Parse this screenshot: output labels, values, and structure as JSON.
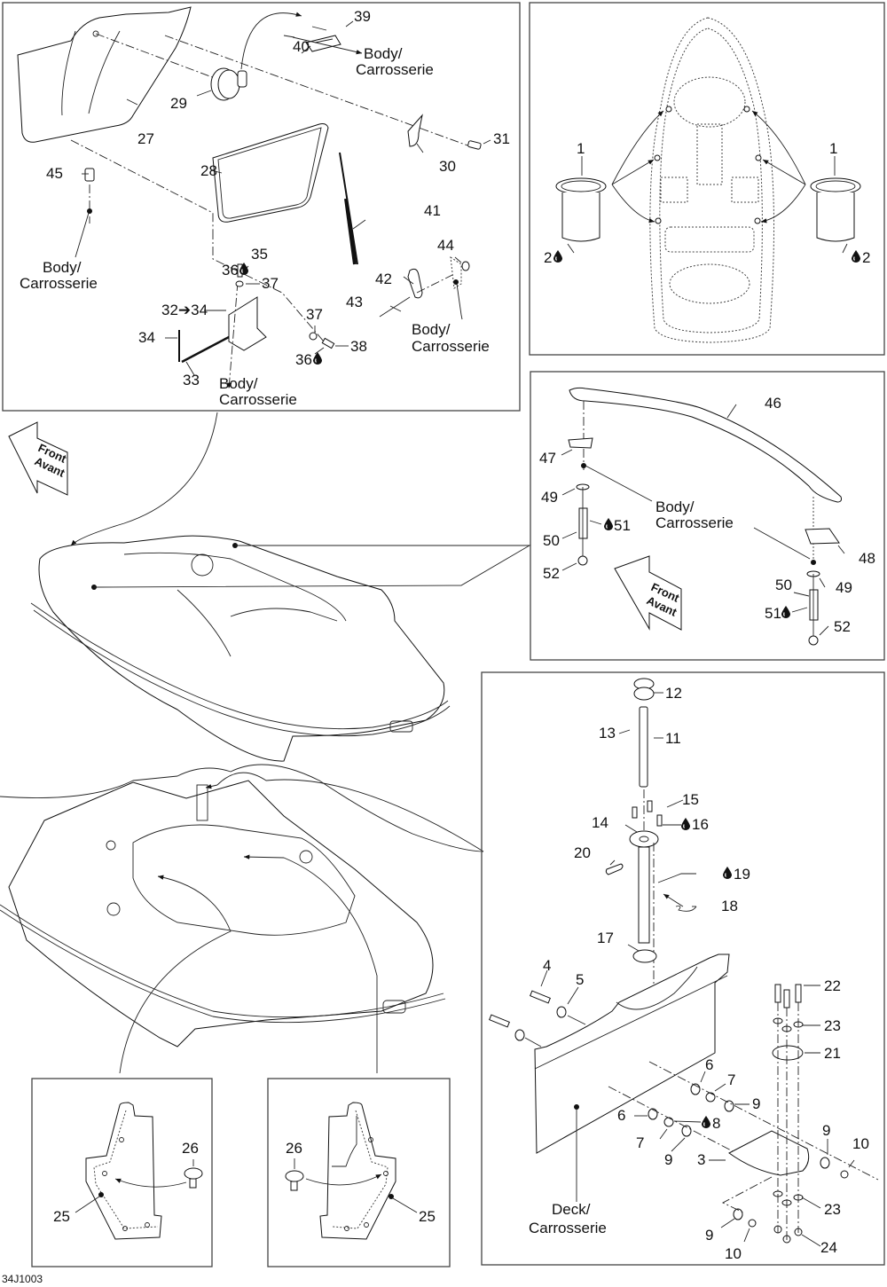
{
  "diagram": {
    "title": "Body parts exploded view",
    "drawing_code": "34J1003",
    "drop_icon": "sealant-drop-icon",
    "panels": {
      "storage_hatch": {
        "callouts": [
          {
            "id": "27",
            "text": "27"
          },
          {
            "id": "28",
            "text": "28"
          },
          {
            "id": "29",
            "text": "29"
          },
          {
            "id": "30",
            "text": "30"
          },
          {
            "id": "31",
            "text": "31"
          },
          {
            "id": "32_34",
            "text": "32➔34"
          },
          {
            "id": "33",
            "text": "33"
          },
          {
            "id": "34",
            "text": "34"
          },
          {
            "id": "35",
            "text": "35"
          },
          {
            "id": "36a",
            "text": "36"
          },
          {
            "id": "36b",
            "text": "36"
          },
          {
            "id": "37a",
            "text": "37"
          },
          {
            "id": "37b",
            "text": "37"
          },
          {
            "id": "38",
            "text": "38"
          },
          {
            "id": "39",
            "text": "39"
          },
          {
            "id": "40",
            "text": "40"
          },
          {
            "id": "41",
            "text": "41"
          },
          {
            "id": "42",
            "text": "42"
          },
          {
            "id": "43",
            "text": "43"
          },
          {
            "id": "44",
            "text": "44"
          },
          {
            "id": "45",
            "text": "45"
          }
        ],
        "body_labels": [
          "Body/",
          "Carrosserie"
        ]
      },
      "cup_holders": {
        "callouts": [
          {
            "text": "1"
          },
          {
            "text": "1"
          },
          {
            "text": "2"
          },
          {
            "text": "2"
          }
        ]
      },
      "grab_handle": {
        "callouts": [
          {
            "text": "46"
          },
          {
            "text": "47"
          },
          {
            "text": "48"
          },
          {
            "text": "49"
          },
          {
            "text": "49"
          },
          {
            "text": "50"
          },
          {
            "text": "50"
          },
          {
            "text": "51"
          },
          {
            "text": "51"
          },
          {
            "text": "52"
          },
          {
            "text": "52"
          }
        ],
        "body_labels": [
          "Body/",
          "Carrosserie"
        ],
        "front_arrow": [
          "Front",
          "Avant"
        ]
      },
      "pole_mount": {
        "callouts": [
          {
            "text": "3"
          },
          {
            "text": "4"
          },
          {
            "text": "5"
          },
          {
            "text": "6"
          },
          {
            "text": "6"
          },
          {
            "text": "7"
          },
          {
            "text": "7"
          },
          {
            "text": "8"
          },
          {
            "text": "9"
          },
          {
            "text": "9"
          },
          {
            "text": "9"
          },
          {
            "text": "9"
          },
          {
            "text": "10"
          },
          {
            "text": "10"
          },
          {
            "text": "11"
          },
          {
            "text": "12"
          },
          {
            "text": "13"
          },
          {
            "text": "14"
          },
          {
            "text": "15"
          },
          {
            "text": "16"
          },
          {
            "text": "17"
          },
          {
            "text": "18"
          },
          {
            "text": "19"
          },
          {
            "text": "20"
          },
          {
            "text": "21"
          },
          {
            "text": "22"
          },
          {
            "text": "23"
          },
          {
            "text": "23"
          },
          {
            "text": "24"
          }
        ],
        "deck_labels": [
          "Deck/",
          "Carrosserie"
        ]
      },
      "detail_left": {
        "callouts": [
          {
            "text": "25"
          },
          {
            "text": "26"
          }
        ]
      },
      "detail_right": {
        "callouts": [
          {
            "text": "25"
          },
          {
            "text": "26"
          }
        ]
      },
      "overview": {
        "front_arrow": [
          "Front",
          "Avant"
        ]
      }
    }
  }
}
